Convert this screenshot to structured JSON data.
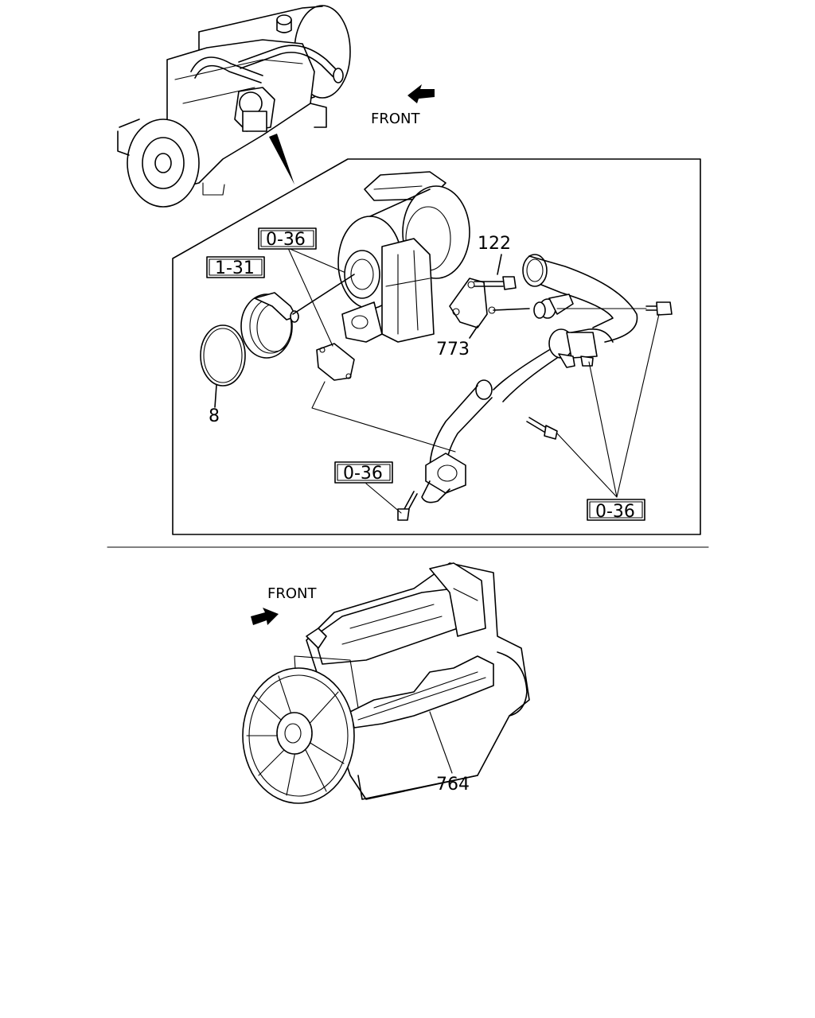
{
  "labels": {
    "front_top": "FRONT",
    "front_bottom": "FRONT",
    "ref_036_a": "0-36",
    "ref_131": "1-31",
    "ref_036_b": "0-36",
    "ref_036_c": "0-36",
    "part_122": "122",
    "part_773": "773",
    "part_8": "8",
    "part_764": "764"
  }
}
